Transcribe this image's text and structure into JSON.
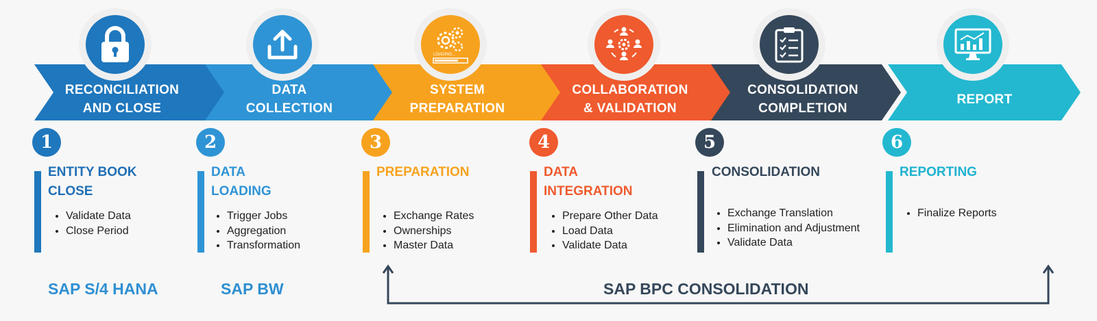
{
  "colors": {
    "stage1": "#1f77bd",
    "stage2": "#2f94d5",
    "stage3": "#f7a21e",
    "stage4": "#ef5a2e",
    "stage5": "#35475a",
    "stage6": "#23b8d0",
    "heading1": "#1f6fb5",
    "heading6": "#1fb2d0"
  },
  "stages": [
    {
      "title_line1": "RECONCILIATION",
      "title_line2": "AND CLOSE",
      "icon": "lock-icon"
    },
    {
      "title_line1": "DATA",
      "title_line2": "COLLECTION",
      "icon": "upload-icon"
    },
    {
      "title_line1": "SYSTEM",
      "title_line2": "PREPARATION",
      "icon": "gears-loading-icon",
      "icon_caption": "LOADING..."
    },
    {
      "title_line1": "COLLABORATION",
      "title_line2": "& VALIDATION",
      "icon": "team-gear-icon"
    },
    {
      "title_line1": "CONSOLIDATION",
      "title_line2": "COMPLETION",
      "icon": "clipboard-checklist-icon"
    },
    {
      "title_line1": "REPORT",
      "title_line2": "",
      "icon": "monitor-chart-icon"
    }
  ],
  "steps": [
    {
      "number": "1",
      "heading_line1": "ENTITY BOOK",
      "heading_line2": "CLOSE",
      "items": [
        "Validate Data",
        "Close Period"
      ]
    },
    {
      "number": "2",
      "heading_line1": "DATA",
      "heading_line2": "LOADING",
      "items": [
        "Trigger Jobs",
        "Aggregation",
        "Transformation"
      ]
    },
    {
      "number": "3",
      "heading_line1": "PREPARATION",
      "heading_line2": "",
      "items": [
        "Exchange Rates",
        "Ownerships",
        "Master Data"
      ]
    },
    {
      "number": "4",
      "heading_line1": "DATA",
      "heading_line2": "INTEGRATION",
      "items": [
        "Prepare Other Data",
        "Load Data",
        "Validate Data"
      ]
    },
    {
      "number": "5",
      "heading_line1": "CONSOLIDATION",
      "heading_line2": "",
      "items": [
        "Exchange Translation",
        "Elimination and Adjustment",
        "Validate Data"
      ]
    },
    {
      "number": "6",
      "heading_line1": "REPORTING",
      "heading_line2": "",
      "items": [
        "Finalize Reports"
      ]
    }
  ],
  "systems": {
    "s4hana": "SAP S/4 HANA",
    "bw": "SAP BW",
    "bpc": "SAP BPC CONSOLIDATION"
  }
}
